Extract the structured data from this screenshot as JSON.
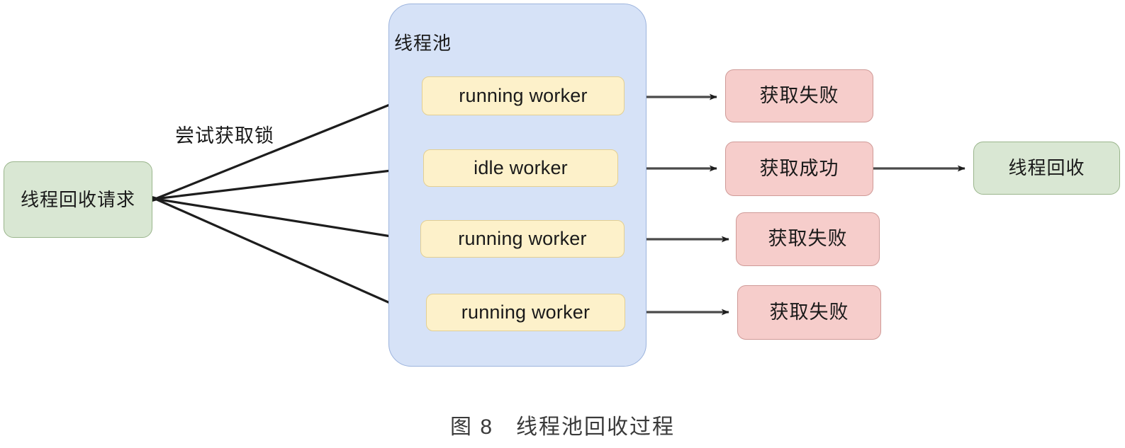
{
  "diagram": {
    "title": "线程池回收过程",
    "caption": "图 8　线程池回收过程",
    "colors": {
      "green_fill": "#d9e7d3",
      "green_stroke": "#9ab58c",
      "worker_fill": "#fdf1ca",
      "worker_stroke": "#e3cf92",
      "red_fill": "#f6cdcb",
      "red_stroke": "#cf9a97",
      "pool_fill": "#d6e2f7",
      "pool_stroke": "#9db4dd",
      "arrow": "#3a3a3a",
      "background": "#ffffff"
    },
    "source_node": {
      "label": "线程回收请求"
    },
    "edge_label": {
      "text": "尝试获取锁"
    },
    "pool": {
      "label": "线程池",
      "workers": [
        {
          "label": "running worker",
          "state": "running"
        },
        {
          "label": "idle worker",
          "state": "idle"
        },
        {
          "label": "running worker",
          "state": "running"
        },
        {
          "label": "running worker",
          "state": "running"
        }
      ]
    },
    "results": [
      {
        "label": "获取失败",
        "outcome": "failure"
      },
      {
        "label": "获取成功",
        "outcome": "success"
      },
      {
        "label": "获取失败",
        "outcome": "failure"
      },
      {
        "label": "获取失败",
        "outcome": "failure"
      }
    ],
    "final_node": {
      "label": "线程回收"
    }
  }
}
